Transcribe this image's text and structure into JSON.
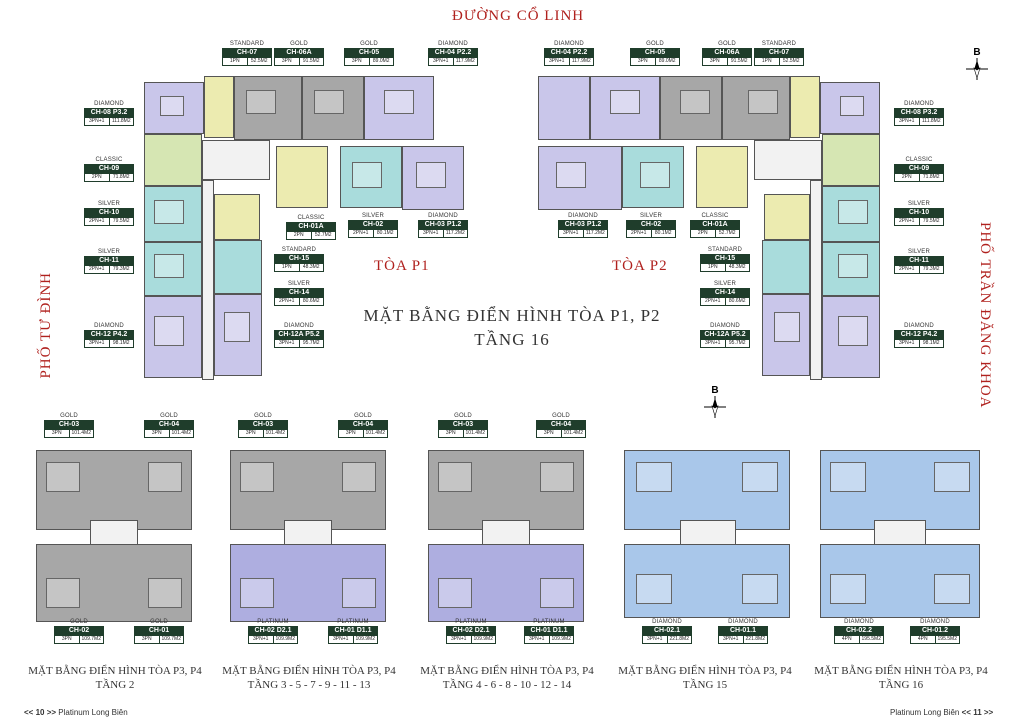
{
  "streets": {
    "north": "ĐƯỜNG CỔ LINH",
    "west": "PHỐ TƯ ĐÌNH",
    "east": "PHỐ TRẦN ĐĂNG KHOA"
  },
  "compass_letter": "B",
  "towers": {
    "p1": "TÒA P1",
    "p2": "TÒA P2"
  },
  "main_title": {
    "line1": "MẶT BẰNG ĐIỂN HÌNH TÒA P1, P2",
    "line2": "TẦNG 16"
  },
  "units_p1": [
    {
      "type": "STANDARD",
      "code": "CH-07",
      "beds": "1PN",
      "area": "52.5M2"
    },
    {
      "type": "GOLD",
      "code": "CH-06A",
      "beds": "3PN",
      "area": "91.5M2"
    },
    {
      "type": "GOLD",
      "code": "CH-05",
      "beds": "3PN",
      "area": "89.0M2"
    },
    {
      "type": "DIAMOND",
      "code": "CH-04 P2.2",
      "beds": "3PN+1",
      "area": "117.9M2"
    },
    {
      "type": "DIAMOND",
      "code": "CH-08 P3.2",
      "beds": "3PN+1",
      "area": "111.8M2"
    },
    {
      "type": "CLASSIC",
      "code": "CH-09",
      "beds": "2PN",
      "area": "71.8M2"
    },
    {
      "type": "SILVER",
      "code": "CH-10",
      "beds": "2PN+1",
      "area": "79.5M2"
    },
    {
      "type": "SILVER",
      "code": "CH-11",
      "beds": "2PN+1",
      "area": "79.3M2"
    },
    {
      "type": "DIAMOND",
      "code": "CH-12 P4.2",
      "beds": "3PN+1",
      "area": "98.1M2"
    },
    {
      "type": "CLASSIC",
      "code": "CH-01A",
      "beds": "2PN",
      "area": "52.7M2"
    },
    {
      "type": "SILVER",
      "code": "CH-02",
      "beds": "2PN+1",
      "area": "80.1M2"
    },
    {
      "type": "DIAMOND",
      "code": "CH-03 P1.2",
      "beds": "3PN+1",
      "area": "117.2M2"
    },
    {
      "type": "STANDARD",
      "code": "CH-15",
      "beds": "1PN",
      "area": "48.3M2"
    },
    {
      "type": "SILVER",
      "code": "CH-14",
      "beds": "2PN+1",
      "area": "80.6M2"
    },
    {
      "type": "DIAMOND",
      "code": "CH-12A P5.2",
      "beds": "3PN+1",
      "area": "95.7M2"
    }
  ],
  "units_p2": [
    {
      "type": "DIAMOND",
      "code": "CH-04 P2.2",
      "beds": "3PN+1",
      "area": "117.9M2"
    },
    {
      "type": "GOLD",
      "code": "CH-05",
      "beds": "3PN",
      "area": "89.0M2"
    },
    {
      "type": "GOLD",
      "code": "CH-06A",
      "beds": "3PN",
      "area": "91.5M2"
    },
    {
      "type": "STANDARD",
      "code": "CH-07",
      "beds": "1PN",
      "area": "52.5M2"
    },
    {
      "type": "DIAMOND",
      "code": "CH-08 P3.2",
      "beds": "3PN+1",
      "area": "111.8M2"
    },
    {
      "type": "CLASSIC",
      "code": "CH-09",
      "beds": "2PN",
      "area": "71.8M2"
    },
    {
      "type": "SILVER",
      "code": "CH-10",
      "beds": "2PN+1",
      "area": "79.5M2"
    },
    {
      "type": "SILVER",
      "code": "CH-11",
      "beds": "2PN+1",
      "area": "79.3M2"
    },
    {
      "type": "DIAMOND",
      "code": "CH-12 P4.2",
      "beds": "3PN+1",
      "area": "98.1M2"
    },
    {
      "type": "DIAMOND",
      "code": "CH-03 P1.2",
      "beds": "3PN+1",
      "area": "117.2M2"
    },
    {
      "type": "SILVER",
      "code": "CH-02",
      "beds": "2PN+1",
      "area": "80.1M2"
    },
    {
      "type": "CLASSIC",
      "code": "CH-01A",
      "beds": "2PN",
      "area": "52.7M2"
    },
    {
      "type": "STANDARD",
      "code": "CH-15",
      "beds": "1PN",
      "area": "48.3M2"
    },
    {
      "type": "SILVER",
      "code": "CH-14",
      "beds": "2PN+1",
      "area": "80.6M2"
    },
    {
      "type": "DIAMOND",
      "code": "CH-12A P5.2",
      "beds": "3PN+1",
      "area": "95.7M2"
    }
  ],
  "plans_p3p4": [
    {
      "top": [
        {
          "type": "GOLD",
          "code": "CH-03",
          "beds": "3PN",
          "area": "101.4M2"
        },
        {
          "type": "GOLD",
          "code": "CH-04",
          "beds": "3PN",
          "area": "101.4M2"
        }
      ],
      "bottom": [
        {
          "type": "GOLD",
          "code": "CH-02",
          "beds": "3PN",
          "area": "109.7M2"
        },
        {
          "type": "GOLD",
          "code": "CH-01",
          "beds": "3PN",
          "area": "109.7M2"
        }
      ],
      "title": "MẶT BẰNG ĐIỂN HÌNH TÒA P3, P4",
      "floors": "TẦNG 2"
    },
    {
      "top": [
        {
          "type": "GOLD",
          "code": "CH-03",
          "beds": "3PN",
          "area": "101.4M2"
        },
        {
          "type": "GOLD",
          "code": "CH-04",
          "beds": "3PN",
          "area": "101.4M2"
        }
      ],
      "bottom": [
        {
          "type": "PLATINUM",
          "code": "CH-02 D2.1",
          "beds": "3PN+1",
          "area": "109.9M2"
        },
        {
          "type": "PLATINUM",
          "code": "CH-01 D1.1",
          "beds": "3PN+1",
          "area": "109.9M2"
        }
      ],
      "title": "MẶT BẰNG ĐIỂN HÌNH TÒA P3, P4",
      "floors": "TẦNG 3 - 5 - 7 - 9 - 11 - 13"
    },
    {
      "top": [
        {
          "type": "GOLD",
          "code": "CH-03",
          "beds": "3PN",
          "area": "101.4M2"
        },
        {
          "type": "GOLD",
          "code": "CH-04",
          "beds": "3PN",
          "area": "101.4M2"
        }
      ],
      "bottom": [
        {
          "type": "PLATINUM",
          "code": "CH-02 D2.1",
          "beds": "3PN+1",
          "area": "109.9M2"
        },
        {
          "type": "PLATINUM",
          "code": "CH-01 D1.1",
          "beds": "3PN+1",
          "area": "109.9M2"
        }
      ],
      "title": "MẶT BẰNG ĐIỂN HÌNH TÒA P3, P4",
      "floors": "TẦNG 4 - 6 - 8 - 10 - 12 - 14"
    },
    {
      "top": [],
      "bottom": [
        {
          "type": "DIAMOND",
          "code": "CH-02.1",
          "beds": "3PN+1",
          "area": "221.8M2"
        },
        {
          "type": "DIAMOND",
          "code": "CH-01.1",
          "beds": "3PN+1",
          "area": "221.8M2"
        }
      ],
      "title": "MẶT BẰNG ĐIỂN HÌNH TÒA P3, P4",
      "floors": "TẦNG 15"
    },
    {
      "top": [],
      "bottom": [
        {
          "type": "DIAMOND",
          "code": "CH-02.2",
          "beds": "4PN",
          "area": "195.5M2"
        },
        {
          "type": "DIAMOND",
          "code": "CH-01.2",
          "beds": "4PN",
          "area": "195.5M2"
        }
      ],
      "title": "MẶT BẰNG ĐIỂN HÌNH TÒA P3, P4",
      "floors": "TẦNG 16"
    }
  ],
  "footer": {
    "left_page": "<< 10 >>",
    "left_brand": "Platinum Long Biên",
    "right_brand": "Platinum Long Biên",
    "right_page": "<< 11 >>"
  },
  "colors": {
    "diamond": "#c9c6ea",
    "gold": "#a7a7a7",
    "silver": "#a9dcdc",
    "standard": "#ecebb0",
    "classic": "#d6e6b3",
    "platinum": "#aeaee0",
    "label_bg": "#1f3d2b",
    "street_text": "#b0211e"
  }
}
